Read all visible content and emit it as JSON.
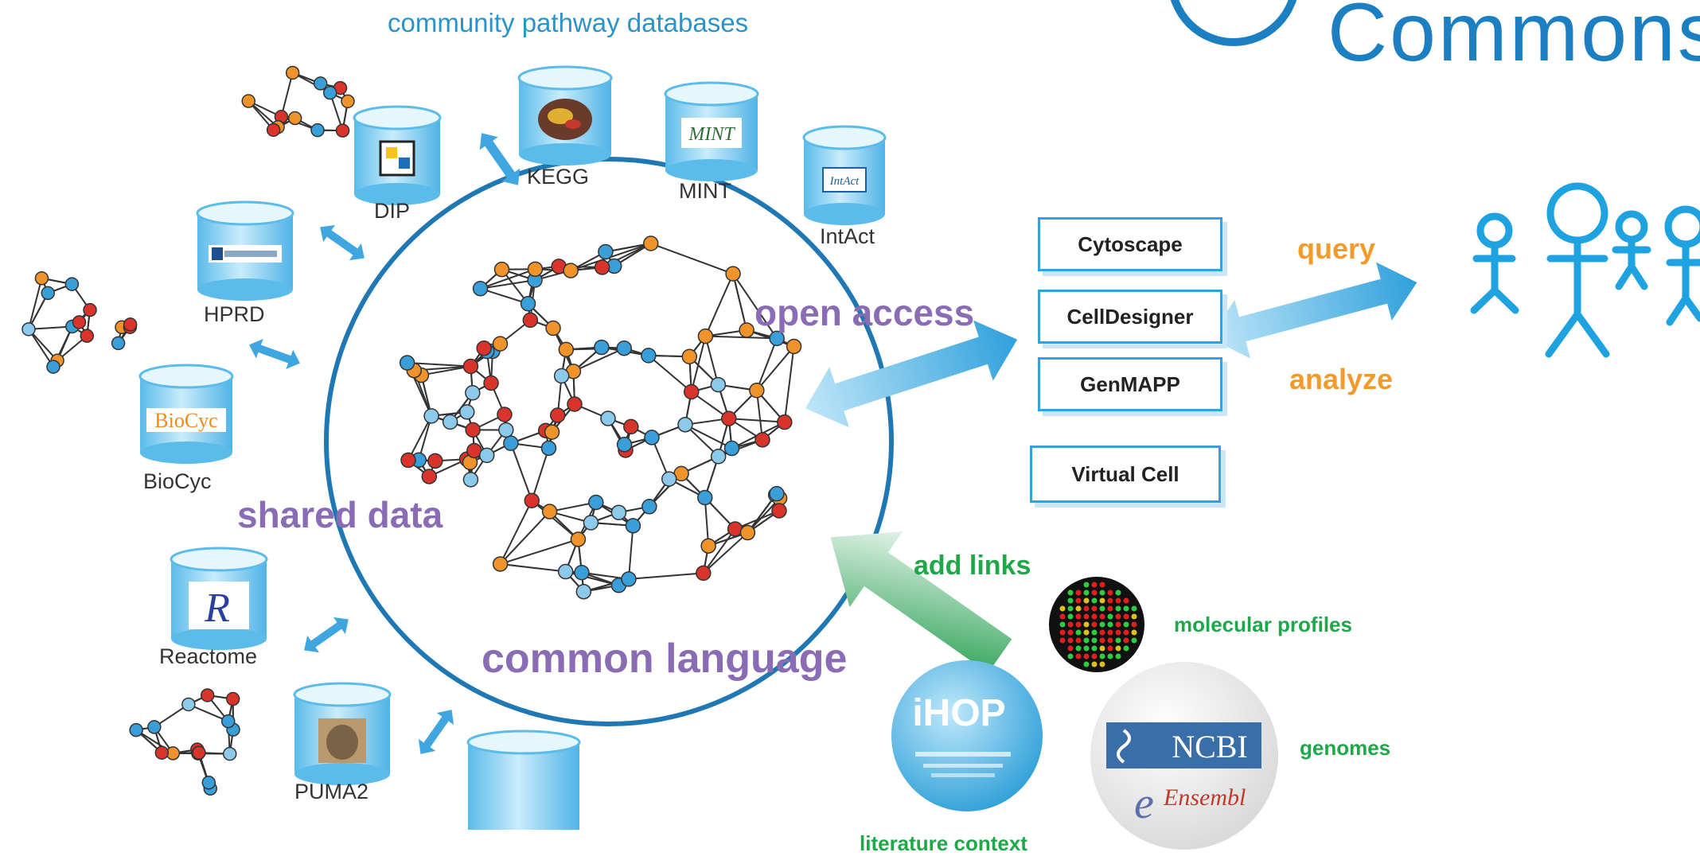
{
  "header": {
    "caption": "community pathway databases",
    "logo_word": "Commons"
  },
  "databases": {
    "dip": "DIP",
    "kegg": "KEGG",
    "mint": "MINT",
    "mint_logo": "MINT",
    "intact": "IntAct",
    "intact_logo": "IntAct",
    "hprd": "HPRD",
    "biocyc": "BioCyc",
    "biocyc_logo": "BioCyc",
    "reactome": "Reactome",
    "reactome_logo": "R",
    "puma2": "PUMA2"
  },
  "concepts": {
    "shared_data": "shared data",
    "common_language": "common language",
    "open_access": "open access",
    "add_links": "add links"
  },
  "tools": [
    "Cytoscape",
    "CellDesigner",
    "GenMAPP",
    "Virtual Cell"
  ],
  "actions": {
    "query": "query",
    "analyze": "analyze"
  },
  "resources": {
    "molecular_profiles": "molecular profiles",
    "genomes": "genomes",
    "literature_context": "literature context",
    "ihop_logo": "iHOP",
    "ncbi_logo": "NCBI",
    "ensembl_logo": "Ensembl"
  },
  "colors": {
    "accent_blue": "#2a93c9",
    "node_red": "#d9342b",
    "node_blue": "#3a9fd8",
    "node_orange": "#f0932b",
    "node_lightblue": "#8cc9ea",
    "purple": "#8a6cb5",
    "green": "#1fa84a",
    "orange": "#f39a2c"
  }
}
